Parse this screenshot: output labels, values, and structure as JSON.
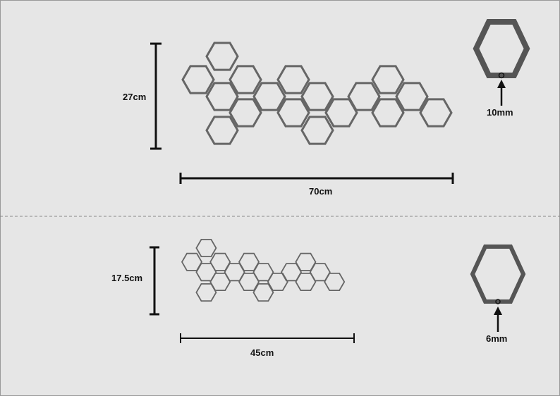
{
  "colors": {
    "background": "#e6e6e6",
    "hex_stroke": "#666666",
    "dimension_line": "#111111",
    "divider": "#888888"
  },
  "panels": [
    {
      "id": "large",
      "height_label": "27cm",
      "width_label": "70cm",
      "thickness_label": "10mm"
    },
    {
      "id": "small",
      "height_label": "17.5cm",
      "width_label": "45cm",
      "thickness_label": "6mm"
    }
  ]
}
